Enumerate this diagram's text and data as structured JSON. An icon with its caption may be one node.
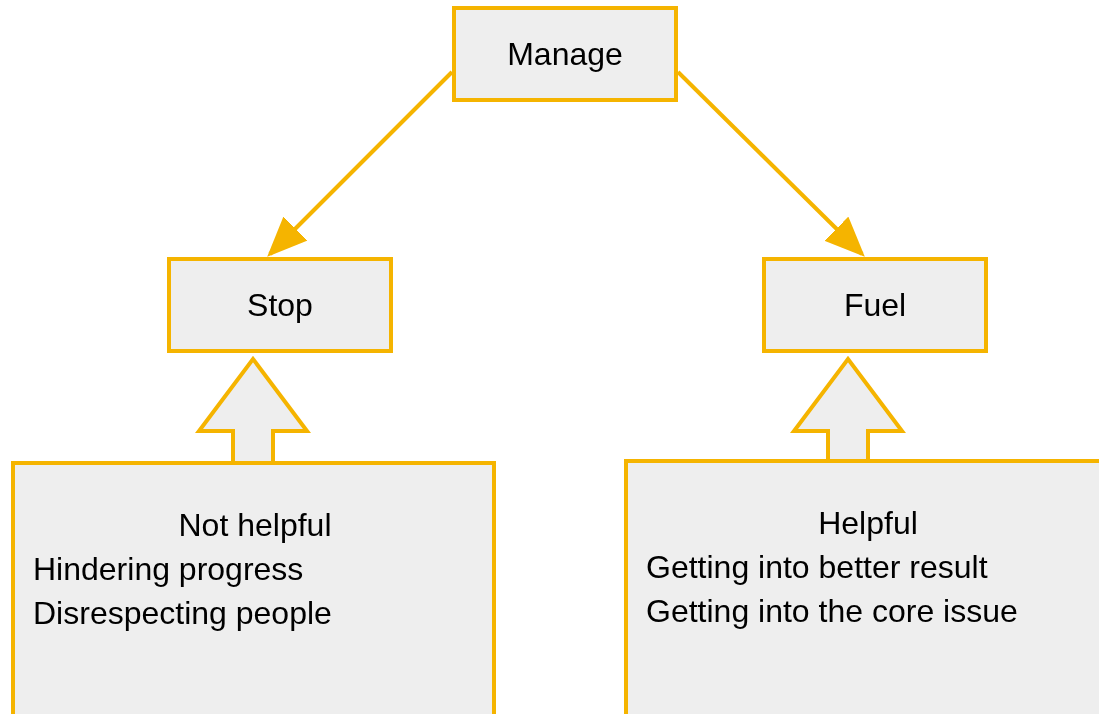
{
  "diagram": {
    "nodes": [
      {
        "text": [
          "Manage"
        ]
      },
      {
        "text": [
          "Stop"
        ]
      },
      {
        "text": [
          "Fuel"
        ]
      },
      {
        "text": [
          "Not helpful",
          "Hindering progress",
          "Disrespecting people"
        ]
      },
      {
        "text": [
          "Helpful",
          "Getting into better result",
          "Getting into the core issue"
        ]
      }
    ],
    "edges": [
      {
        "from": 0,
        "to": 1,
        "arrow": "to"
      },
      {
        "from": 0,
        "to": 2,
        "arrow": "to"
      },
      {
        "from": 3,
        "to": 1,
        "arrow": "to",
        "style": "thick"
      },
      {
        "from": 4,
        "to": 2,
        "arrow": "to",
        "style": "thick"
      }
    ]
  }
}
